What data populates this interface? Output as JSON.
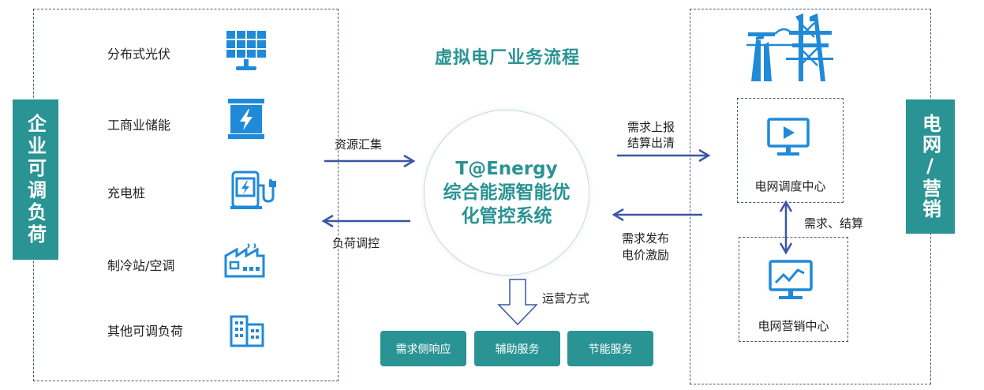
{
  "left": {
    "title": "企业可调负荷",
    "resources": [
      {
        "label": "分布式光伏",
        "icon": "solar-panel-icon"
      },
      {
        "label": "工商业储能",
        "icon": "battery-storage-icon"
      },
      {
        "label": "充电桩",
        "icon": "charging-pile-icon"
      },
      {
        "label": "制冷站/空调",
        "icon": "cooling-station-icon"
      },
      {
        "label": "其他可调负荷",
        "icon": "building-icon"
      }
    ]
  },
  "center": {
    "title": "虚拟电厂业务流程",
    "system_lines": [
      "T@Energy",
      "综合能源智能优",
      "化管控系统"
    ],
    "arrow_in_label": "资源汇集",
    "arrow_out_label": "负荷调控",
    "operation_label": "运营方式",
    "services": [
      "需求侧响应",
      "辅助服务",
      "节能服务"
    ]
  },
  "right_flows": {
    "upper": [
      "需求上报",
      "结算出清"
    ],
    "lower": [
      "需求发布",
      "电价激励"
    ]
  },
  "grid": {
    "title": "电网/营销",
    "tower_icon": "power-tower-icon",
    "dispatch_center": "电网调度中心",
    "marketing_center": "电网营销中心",
    "link_label": "需求、结算"
  },
  "colors": {
    "accent": "#2a9393",
    "icon_blue": "#1f8ad8",
    "arrow_blue": "#3b56a6"
  }
}
